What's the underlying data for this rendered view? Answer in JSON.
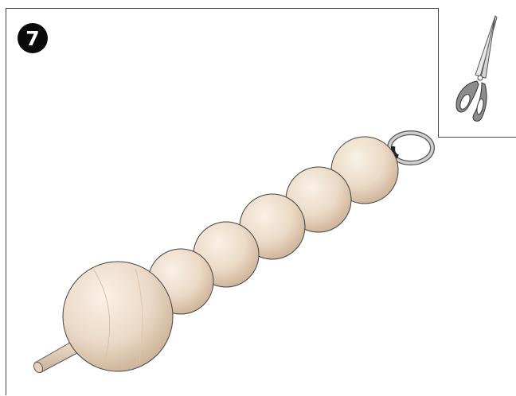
{
  "instruction": {
    "step_number": "7"
  },
  "tool": {
    "icon": "scissors-icon"
  },
  "illustration": {
    "subject": "wooden-bead-toy",
    "bead_count": 6,
    "colors": {
      "wood_light": "#f6e8da",
      "wood_mid": "#e7d2bc",
      "wood_dark": "#c7ad92",
      "ring": "#bfbfbf",
      "scissor_handle": "#8c8c8c"
    }
  }
}
